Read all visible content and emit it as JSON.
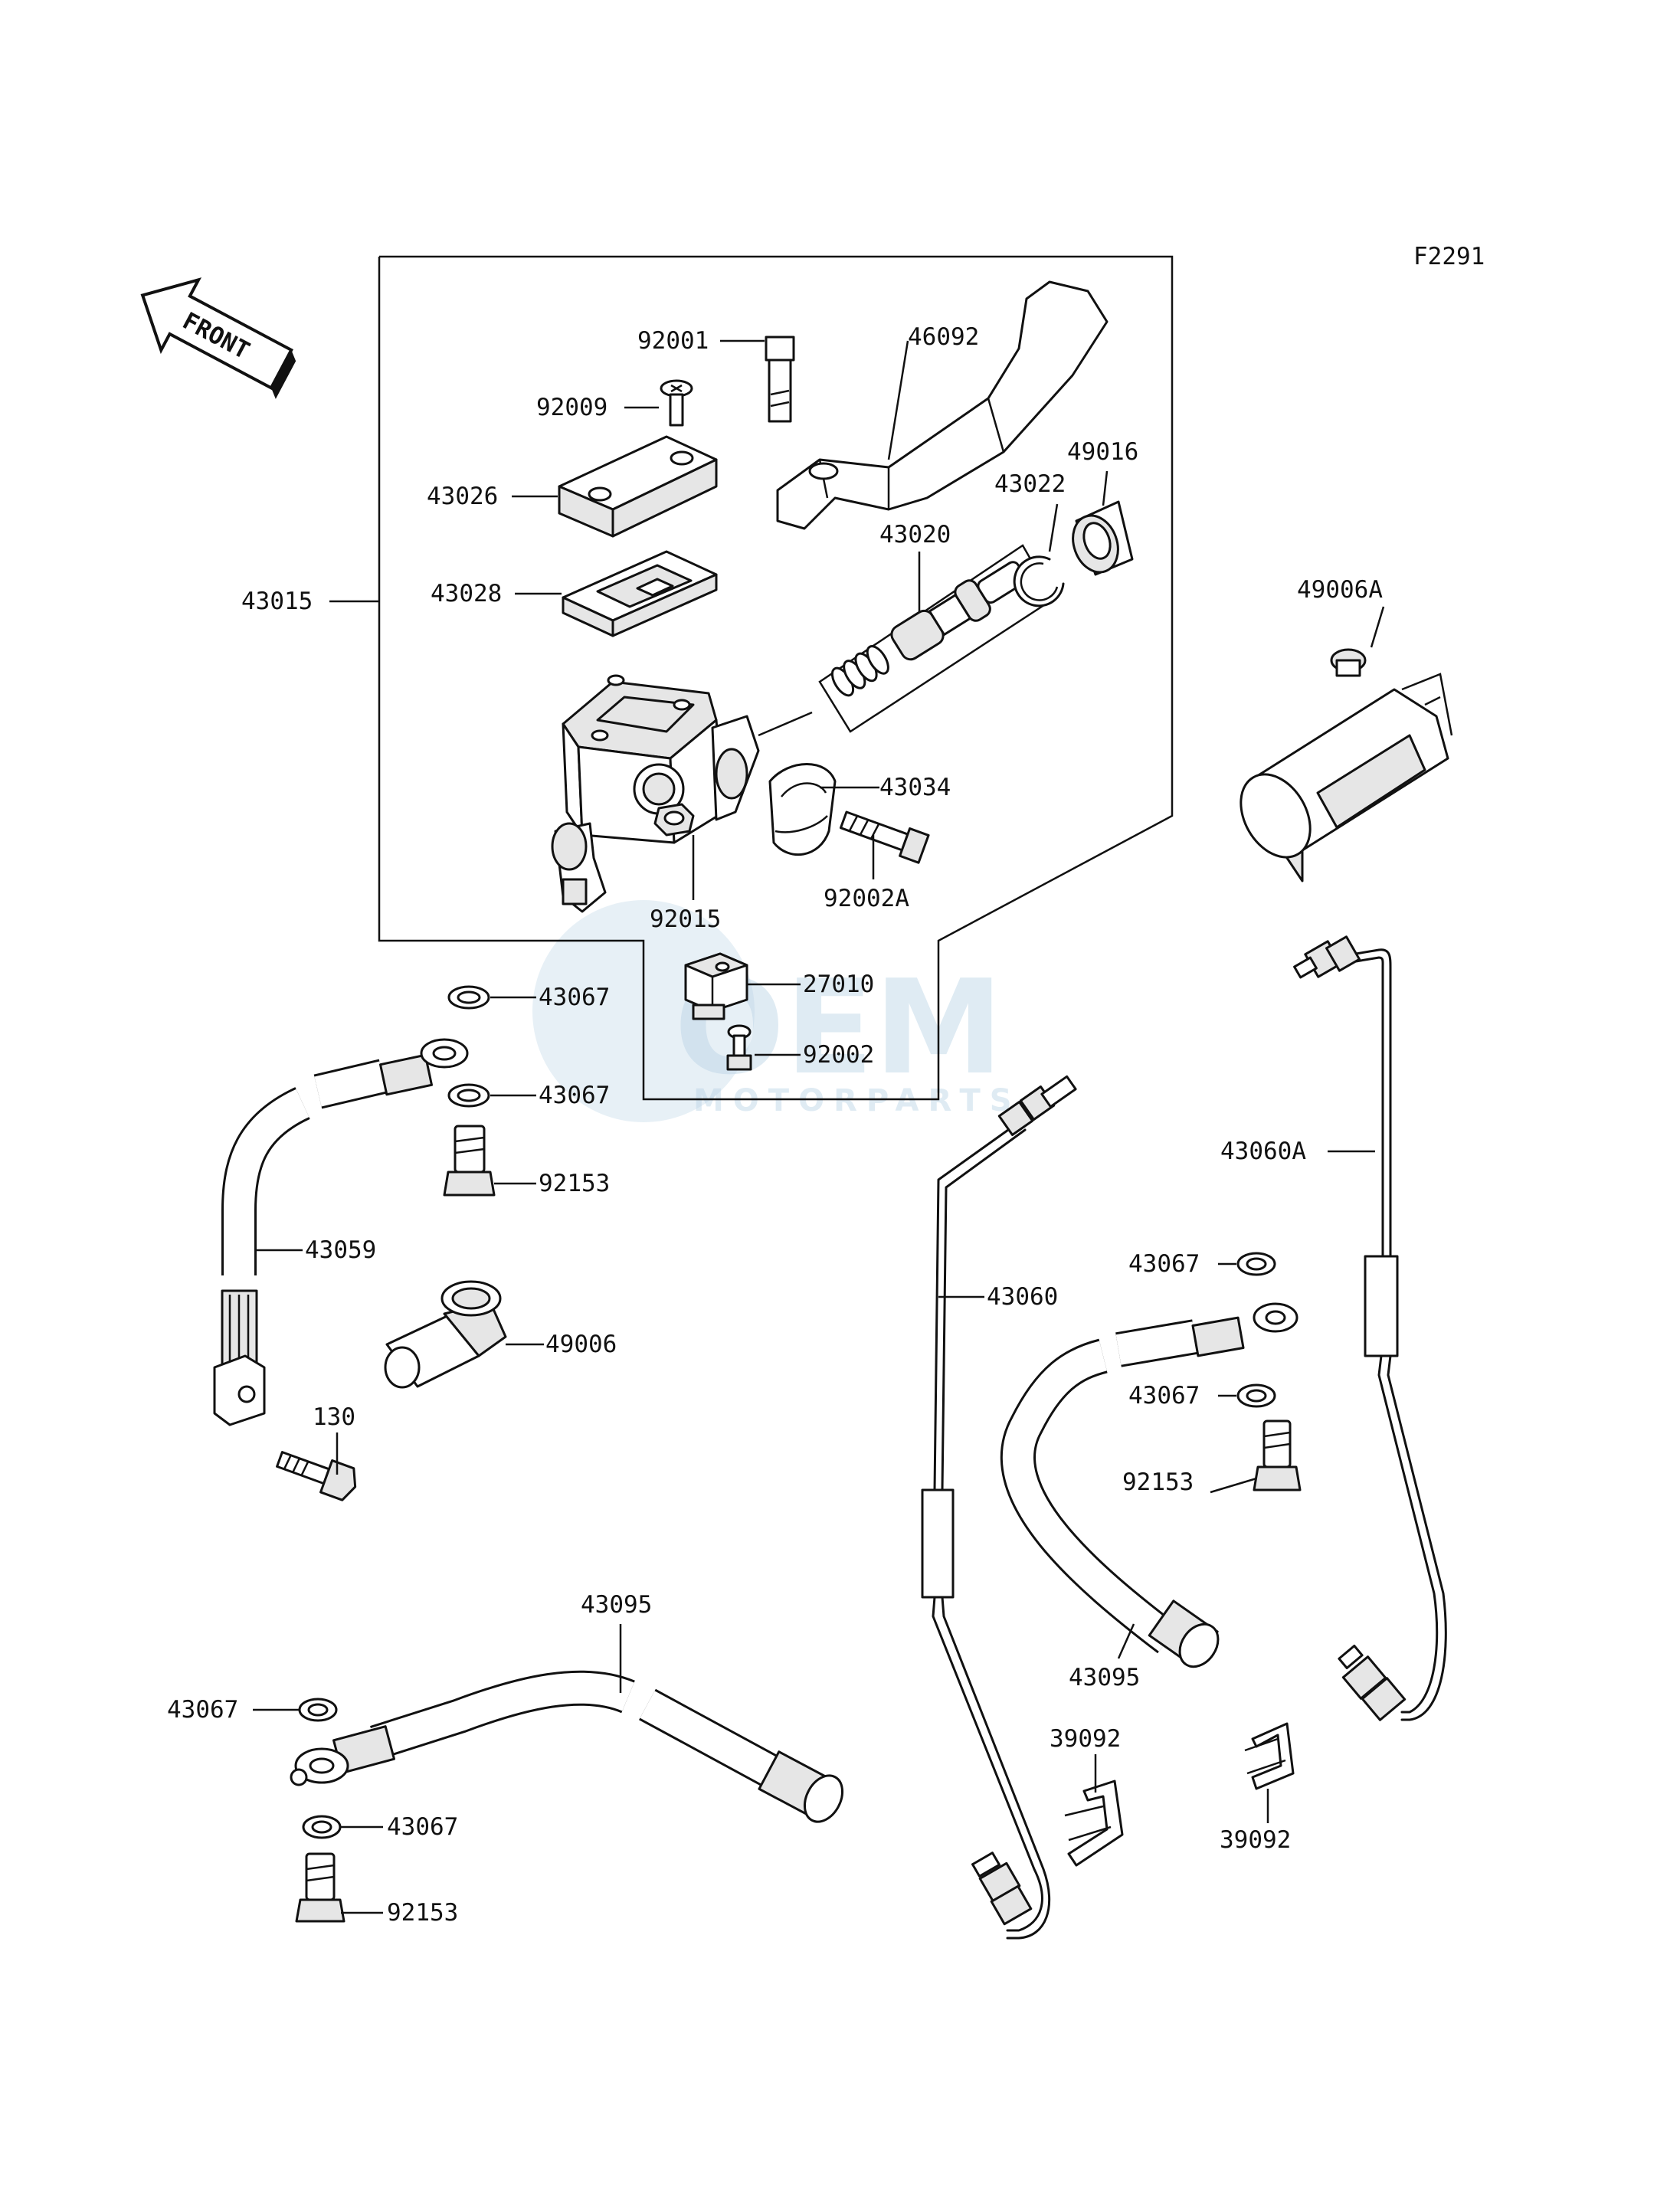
{
  "figure_code": "F2291",
  "front_label": "FRONT",
  "watermark": {
    "brand": "OEM",
    "sub": "MOTORPARTS"
  },
  "labels": {
    "p43015": "43015",
    "p92001": "92001",
    "p46092": "46092",
    "p92009": "92009",
    "p43026": "43026",
    "p49016": "49016",
    "p43022": "43022",
    "p43020": "43020",
    "p43028": "43028",
    "p49006A": "49006A",
    "p43034": "43034",
    "p92002A": "92002A",
    "p92015": "92015",
    "p27010": "27010",
    "p92002": "92002",
    "p43067_a": "43067",
    "p43067_b": "43067",
    "p92153_a": "92153",
    "p43059": "43059",
    "p49006": "49006",
    "p130": "130",
    "p43060": "43060",
    "p43060A": "43060A",
    "p43067_c": "43067",
    "p43067_d": "43067",
    "p92153_b": "92153",
    "p43095_a": "43095",
    "p43095_b": "43095",
    "p43067_e": "43067",
    "p43067_f": "43067",
    "p92153_c": "92153",
    "p39092_a": "39092",
    "p39092_b": "39092"
  }
}
